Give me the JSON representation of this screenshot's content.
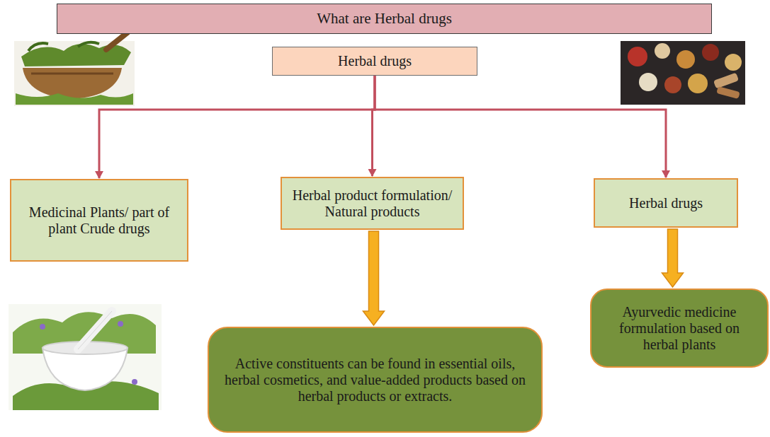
{
  "diagram": {
    "title": "What are Herbal drugs",
    "nodes": [
      {
        "text": [
          "Herbal drugs"
        ]
      },
      {
        "text": [
          "Medicinal Plants/ part of plant Crude drugs"
        ]
      },
      {
        "text": [
          "Herbal product formulation/ Natural products"
        ]
      },
      {
        "text": [
          "Herbal drugs"
        ]
      },
      {
        "text": [
          "Active constituents can be found in essential oils, herbal cosmetics, and value-added products based on herbal products or extracts."
        ]
      },
      {
        "text": [
          "Ayurvedic medicine formulation based on herbal plants"
        ]
      }
    ],
    "edges": [
      {
        "from": 0,
        "to": 1,
        "arrow": "to"
      },
      {
        "from": 0,
        "to": 2,
        "arrow": "to"
      },
      {
        "from": 0,
        "to": 3,
        "arrow": "to"
      },
      {
        "from": 2,
        "to": 4,
        "arrow": "to"
      },
      {
        "from": 3,
        "to": 5,
        "arrow": "to"
      }
    ]
  }
}
